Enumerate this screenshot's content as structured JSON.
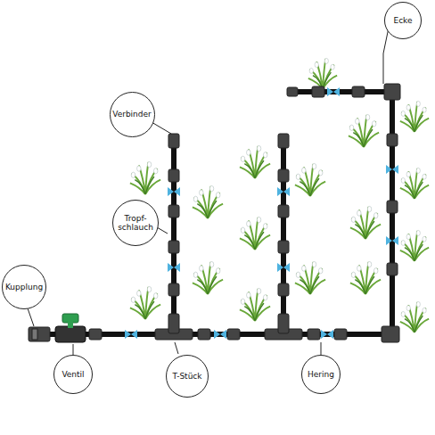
{
  "diagram": {
    "nodes": [
      {
        "text": [
          "Ecke"
        ]
      },
      {
        "text": [
          "Verbinder"
        ]
      },
      {
        "text": [
          "Tropf- schlauch"
        ]
      },
      {
        "text": [
          "Kupplung"
        ]
      },
      {
        "text": [
          "Ventil"
        ]
      },
      {
        "text": [
          "T-Stück"
        ]
      },
      {
        "text": [
          "Hering"
        ]
      }
    ]
  }
}
